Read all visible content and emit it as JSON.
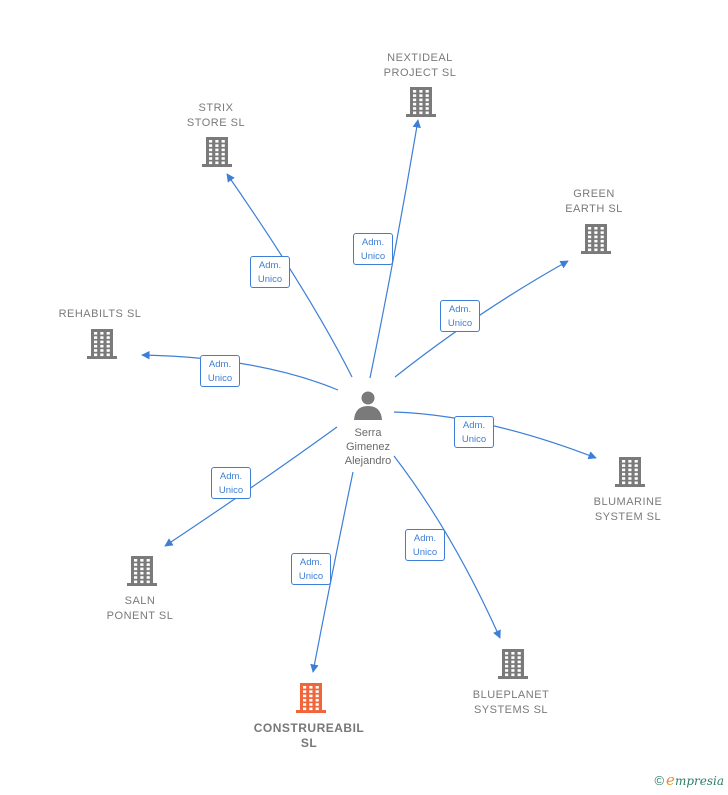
{
  "person": {
    "name": "Serra\nGimenez\nAlejandro"
  },
  "companies": [
    {
      "id": "nextideal",
      "name": "NEXTIDEAL\nPROJECT  SL",
      "highlight": false
    },
    {
      "id": "strix",
      "name": "STRIX\nSTORE  SL",
      "highlight": false
    },
    {
      "id": "green",
      "name": "GREEN\nEARTH  SL",
      "highlight": false
    },
    {
      "id": "rehabilts",
      "name": "REHABILTS  SL",
      "highlight": false
    },
    {
      "id": "blumarine",
      "name": "BLUMARINE\nSYSTEM SL",
      "highlight": false
    },
    {
      "id": "saln",
      "name": "SALN\nPONENT  SL",
      "highlight": false
    },
    {
      "id": "blueplanet",
      "name": "BLUEPLANET\nSYSTEMS  SL",
      "highlight": false
    },
    {
      "id": "construreabil",
      "name": "CONSTRUREABIL\nSL",
      "highlight": true
    }
  ],
  "relations": [
    {
      "to": "nextideal",
      "label": "Adm.\nUnico"
    },
    {
      "to": "strix",
      "label": "Adm.\nUnico"
    },
    {
      "to": "green",
      "label": "Adm.\nUnico"
    },
    {
      "to": "rehabilts",
      "label": "Adm.\nUnico"
    },
    {
      "to": "blumarine",
      "label": "Adm.\nUnico"
    },
    {
      "to": "saln",
      "label": "Adm.\nUnico"
    },
    {
      "to": "blueplanet",
      "label": "Adm.\nUnico"
    },
    {
      "to": "construreabil",
      "label": "Adm.\nUnico"
    }
  ],
  "colors": {
    "edge": "#3d7fd6",
    "building": "#7a7a7a",
    "highlight": "#f0653a",
    "person": "#7a7a7a"
  },
  "icons": {
    "person": "person-icon",
    "company": "building-icon"
  },
  "brand": {
    "copyright": "©",
    "e": "e",
    "rest": "mpresia"
  }
}
